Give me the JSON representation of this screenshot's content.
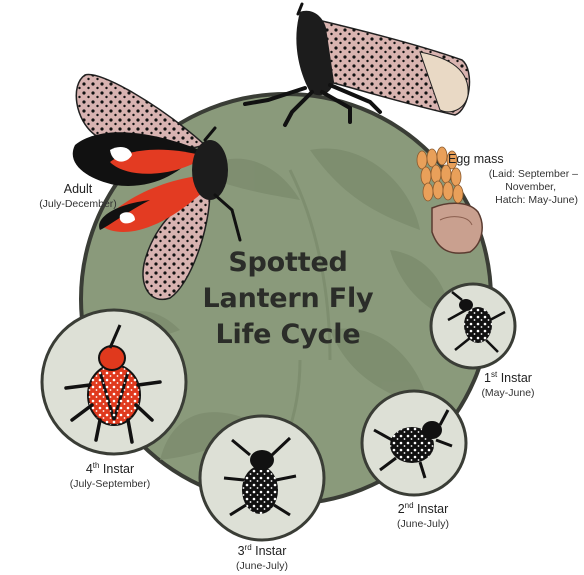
{
  "title": {
    "line1": "Spotted",
    "line2": "Lantern Fly",
    "line3": "Life Cycle"
  },
  "stages": {
    "adult": {
      "name": "Adult",
      "dates": "(July-December)"
    },
    "egg_mass": {
      "name": "Egg mass",
      "dates_line1": "(Laid: September –",
      "dates_line2": "November,",
      "dates_line3": "Hatch: May-June)"
    },
    "instar1": {
      "num": "1",
      "ord": "st",
      "word": " Instar",
      "dates": "(May-June)"
    },
    "instar2": {
      "num": "2",
      "ord": "nd",
      "word": " Instar",
      "dates": "(June-July)"
    },
    "instar3": {
      "num": "3",
      "ord": "rd",
      "word": " Instar",
      "dates": "(June-July)"
    },
    "instar4": {
      "num": "4",
      "ord": "th",
      "word": " Instar",
      "dates": "(July-September)"
    }
  },
  "colors": {
    "main_circle": "#8a9a7b",
    "main_circle_border": "#3a3d36",
    "inset_circle": "#dde0d6",
    "nymph_red": "#e0391d",
    "wing_pink": "#d7a8a8",
    "egg_orange": "#e9a05a"
  }
}
